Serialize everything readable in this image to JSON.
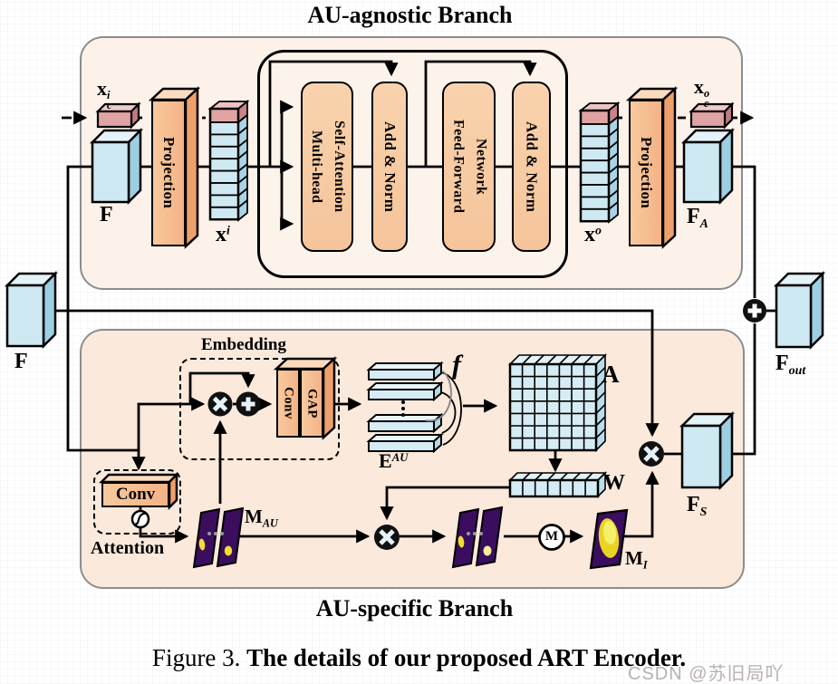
{
  "titles": {
    "top": "AU-agnostic Branch",
    "bottom": "AU-specific Branch"
  },
  "caption": {
    "prefix": "Figure 3.",
    "text": "The details of our proposed ART Encoder."
  },
  "watermark": "CSDN @苏旧局吖",
  "agnostic": {
    "input_token": {
      "base": "x",
      "sup": "i",
      "sub": "c"
    },
    "input_feature": "F",
    "projection_in": "Projection",
    "tokens_in": {
      "base": "x",
      "sup": "i"
    },
    "msa": "Multi-head\nSelf-Attention",
    "add_norm_1": "Add & Norm",
    "ffn": "Feed-Forward\nNetwork",
    "add_norm_2": "Add & Norm",
    "tokens_out": {
      "base": "x",
      "sup": "o"
    },
    "projection_out": "Projection",
    "output_token": {
      "base": "x",
      "sup": "o",
      "sub": "c"
    },
    "output_feature": {
      "base": "F",
      "sub": "A"
    }
  },
  "specific": {
    "input_feature": "F",
    "embedding_label": "Embedding",
    "embed_conv": "Conv",
    "embed_gap": "GAP",
    "attention_conv": "Conv",
    "attention_label": "Attention",
    "au_masks": {
      "base": "M",
      "sub": "AU"
    },
    "au_embeddings": {
      "base": "E",
      "sup": "AU"
    },
    "similarity_fn": "f",
    "matrix": "A",
    "weights": "W",
    "merge_op": "M",
    "integrated_mask": {
      "base": "M",
      "sub": "I"
    },
    "output_feature": {
      "base": "F",
      "sub": "S"
    }
  },
  "output_feature": {
    "base": "F",
    "sub": "out"
  },
  "icons": {
    "multiply_op": "circle-times",
    "add_op": "circle-plus",
    "merge_op": "circle-M",
    "sigmoid": "sigmoid-curve",
    "arrows": "black-triangle-arrowheads"
  },
  "colors": {
    "panel_top_fill": "#fdf2ea",
    "panel_bottom_fill": "#fbe9dc",
    "panel_border": "#8d8d8d",
    "block_fill": "#f7c9a1",
    "block_border": "#000000",
    "cube_blue": "#cfe9f2",
    "token_pink": "#e2a6a6",
    "mask_purple": "#3a0d5f",
    "blob_yellow": "#f2dd2e",
    "watermark_gray": "#afa3a3"
  }
}
